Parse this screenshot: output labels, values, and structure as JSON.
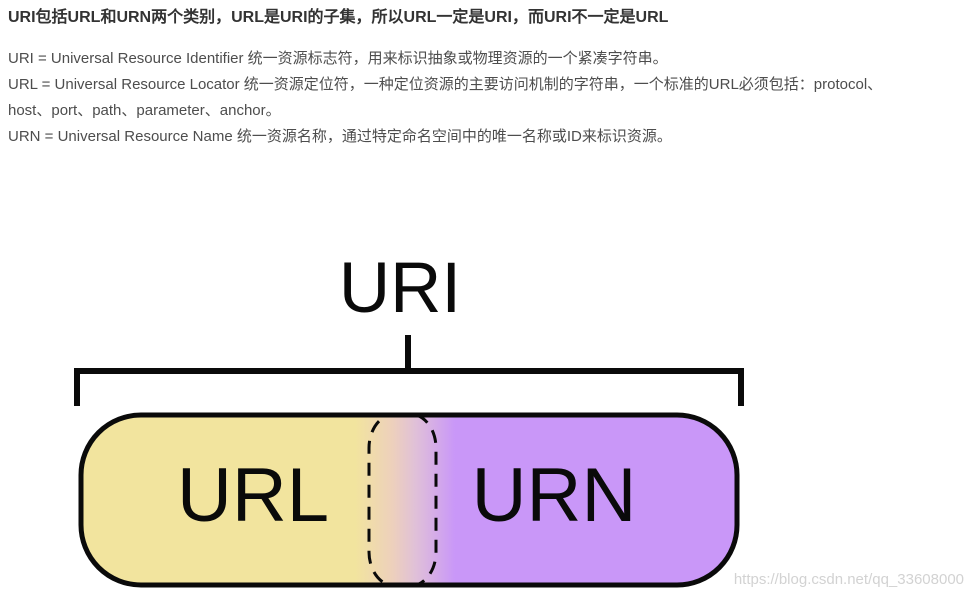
{
  "intro": {
    "heading": "URI包括URL和URN两个类别，URL是URI的子集，所以URL一定是URI，而URI不一定是URL",
    "lines": [
      "URI = Universal Resource Identifier 统一资源标志符，用来标识抽象或物理资源的一个紧凑字符串。",
      "URL = Universal Resource Locator 统一资源定位符，一种定位资源的主要访问机制的字符串，一个标准的URL必须包括：protocol、",
      "host、port、path、parameter、anchor。",
      "URN = Universal Resource Name 统一资源名称，通过特定命名空间中的唯一名称或ID来标识资源。"
    ]
  },
  "diagram": {
    "title": "URI",
    "left_label": "URL",
    "right_label": "URN",
    "watermark": "https://blog.csdn.net/qq_33608000",
    "colors": {
      "url_fill": "#F2E49E",
      "overlap_pink": "#E0C0D8",
      "urn_fill": "#C997F8",
      "outline": "#0A0A0A",
      "heading_text": "#333333",
      "body_text": "#4D4D4D",
      "watermark_text": "#CBCBCB"
    }
  }
}
